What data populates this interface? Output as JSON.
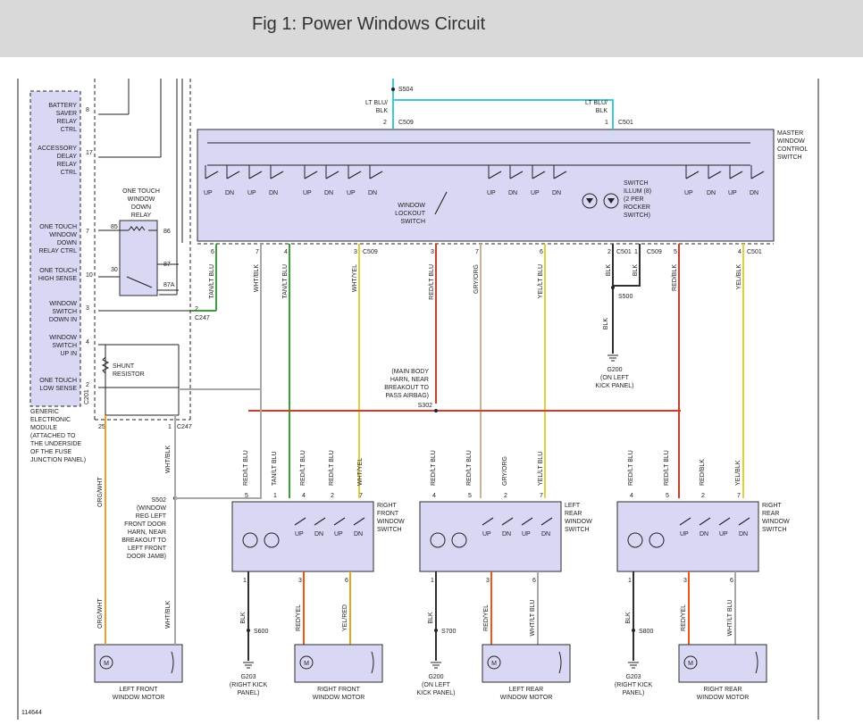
{
  "title": "Fig 1: Power Windows Circuit",
  "figure_id": "114644",
  "colors": {
    "tan_lt_blu": "#3c9e3c",
    "wht_blk": "#a8a8a8",
    "wht_yel": "#e0d23a",
    "red_lt_blu": "#d83a28",
    "gry_org": "#c9b49a",
    "yel_lt_blu": "#e0d23a",
    "blk": "#303030",
    "red_blk": "#d83a28",
    "yel_blk": "#e0d23a",
    "lt_blu_blk": "#3fc9d3",
    "org_wht": "#ee9e2a",
    "red_yel": "#e45a1e",
    "yel_red": "#e9a41f"
  },
  "gem": {
    "title": [
      "GENERIC",
      "ELECTRONIC",
      "MODULE",
      "(ATTACHED TO",
      "THE UNDERSIDE",
      "OF THE FUSE",
      "JUNCTION PANEL)"
    ],
    "pins": [
      {
        "lines": [
          "BATTERY",
          "SAVER",
          "RELAY",
          "CTRL"
        ],
        "pin": "8"
      },
      {
        "lines": [
          "ACCESSORY",
          "DELAY",
          "RELAY",
          "CTRL"
        ],
        "pin": "17"
      },
      {
        "lines": [
          "ONE TOUCH",
          "WINDOW",
          "DOWN",
          "RELAY CTRL"
        ],
        "pin": "7"
      },
      {
        "lines": [
          "ONE TOUCH",
          "HIGH SENSE"
        ],
        "pin": "10"
      },
      {
        "lines": [
          "WINDOW",
          "SWITCH",
          "DOWN IN"
        ],
        "pin": "3"
      },
      {
        "lines": [
          "WINDOW",
          "SWITCH",
          "UP IN"
        ],
        "pin": "4"
      },
      {
        "lines": [
          "ONE TOUCH",
          "LOW SENSE"
        ],
        "pin": "2"
      }
    ],
    "pin_25": "25",
    "pin_1": "1",
    "c201": "C201",
    "c247": "C247",
    "c247_pin": "2",
    "relay_title": [
      "ONE TOUCH",
      "WINDOW",
      "DOWN",
      "RELAY"
    ],
    "relay_pins": [
      "85",
      "86",
      "30",
      "87",
      "87A"
    ],
    "shunt": [
      "SHUNT",
      "RESISTOR"
    ]
  },
  "master": {
    "title": [
      "MASTER",
      "WINDOW",
      "CONTROL",
      "SWITCH"
    ],
    "lockout": [
      "WINDOW",
      "LOCKOUT",
      "SWITCH"
    ],
    "illum": [
      "SWITCH",
      "ILLUM (8)",
      "(2 PER",
      "ROCKER",
      "SWITCH)"
    ],
    "contacts": [
      "UP",
      "DN",
      "UP",
      "DN",
      "UP",
      "DN",
      "UP",
      "DN",
      "UP",
      "DN",
      "UP",
      "DN",
      "UP",
      "DN",
      "UP",
      "DN"
    ],
    "top_wires": [
      {
        "color": "LT BLU/",
        "color2": "BLK",
        "pin": "2",
        "conn": "C509"
      },
      {
        "color": "LT BLU/",
        "color2": "BLK",
        "pin": "1",
        "conn": "C501"
      }
    ],
    "splice_top": "S504",
    "bottom_pins": [
      {
        "pin": "6",
        "wire": "TAN/LT BLU"
      },
      {
        "pin": "7",
        "wire": "WHT/BLK"
      },
      {
        "pin": "4",
        "wire": "TAN/LT BLU"
      },
      {
        "pin": "3",
        "wire": "WHT/YEL"
      },
      {
        "pin": "3",
        "wire": "RED/LT BLU"
      },
      {
        "pin": "7",
        "wire": "GRY/ORG"
      },
      {
        "pin": "6",
        "wire": "YEL/LT BLU"
      },
      {
        "pin": "2",
        "wire": "BLK"
      },
      {
        "pin": "1",
        "wire": "BLK"
      },
      {
        "pin": "5",
        "wire": "RED/BLK"
      },
      {
        "pin": "4",
        "wire": "YEL/BLK"
      }
    ],
    "c509": "C509",
    "c501": "C501"
  },
  "grounds": {
    "s500": "S500",
    "g200_master": [
      "G200",
      "(ON LEFT",
      "KICK PANEL)"
    ],
    "s302_note": [
      "(MAIN BODY",
      "HARN, NEAR",
      "BREAKOUT TO",
      "PASS AIRBAG)"
    ],
    "s302": "S302",
    "s502_note": [
      "S502",
      "(WINDOW",
      "REG LEFT",
      "FRONT DOOR",
      "HARN, NEAR",
      "BREAKOUT TO",
      "LEFT FRONT",
      "DOOR JAMB)"
    ]
  },
  "door_switches": [
    {
      "title": [
        "RIGHT",
        "FRONT",
        "WINDOW",
        "SWITCH"
      ],
      "top_pins": [
        "5",
        "1",
        "4",
        "2",
        "7"
      ],
      "top_wires": [
        "RED/LT BLU",
        "TAN/LT BLU",
        "RED/LT BLU",
        "RED/LT BLU",
        "WHT/YEL"
      ],
      "bottom_pins": [
        "1",
        "3",
        "6"
      ],
      "bottom_wires": [
        "BLK",
        "RED/YEL",
        "YEL/RED"
      ],
      "splice": "S600",
      "ground": [
        "G203",
        "(RIGHT KICK",
        "PANEL)"
      ]
    },
    {
      "title": [
        "LEFT",
        "REAR",
        "WINDOW",
        "SWITCH"
      ],
      "top_pins": [
        "4",
        "5",
        "2",
        "7"
      ],
      "top_wires": [
        "RED/LT BLU",
        "RED/LT BLU",
        "GRY/ORG",
        "YEL/LT BLU"
      ],
      "bottom_pins": [
        "1",
        "3",
        "6"
      ],
      "bottom_wires": [
        "BLK",
        "RED/YEL",
        "WHT/LT BLU"
      ],
      "splice": "S700",
      "ground": [
        "G200",
        "(ON LEFT",
        "KICK PANEL)"
      ]
    },
    {
      "title": [
        "RIGHT",
        "REAR",
        "WINDOW",
        "SWITCH"
      ],
      "top_pins": [
        "4",
        "5",
        "2",
        "7"
      ],
      "top_wires": [
        "RED/LT BLU",
        "RED/LT BLU",
        "RED/BLK",
        "YEL/BLK"
      ],
      "bottom_pins": [
        "1",
        "3",
        "6"
      ],
      "bottom_wires": [
        "BLK",
        "RED/YEL",
        "WHT/LT BLU"
      ],
      "splice": "S800",
      "ground": [
        "G203",
        "(RIGHT KICK",
        "PANEL)"
      ]
    }
  ],
  "switch_contacts": [
    "UP",
    "DN",
    "UP",
    "DN"
  ],
  "gem_wires": [
    {
      "pin": "25",
      "wire": "ORG/WHT"
    },
    {
      "pin": "1",
      "wire": "WHT/BLK"
    }
  ],
  "motors": [
    {
      "label": [
        "LEFT FRONT",
        "WINDOW MOTOR"
      ],
      "wires": [
        "ORG/WHT",
        "WHT/BLK"
      ]
    },
    {
      "label": [
        "RIGHT FRONT",
        "WINDOW MOTOR"
      ]
    },
    {
      "label": [
        "LEFT REAR",
        "WINDOW MOTOR"
      ]
    },
    {
      "label": [
        "RIGHT REAR",
        "WINDOW MOTOR"
      ]
    }
  ],
  "motor_symbol": "M"
}
